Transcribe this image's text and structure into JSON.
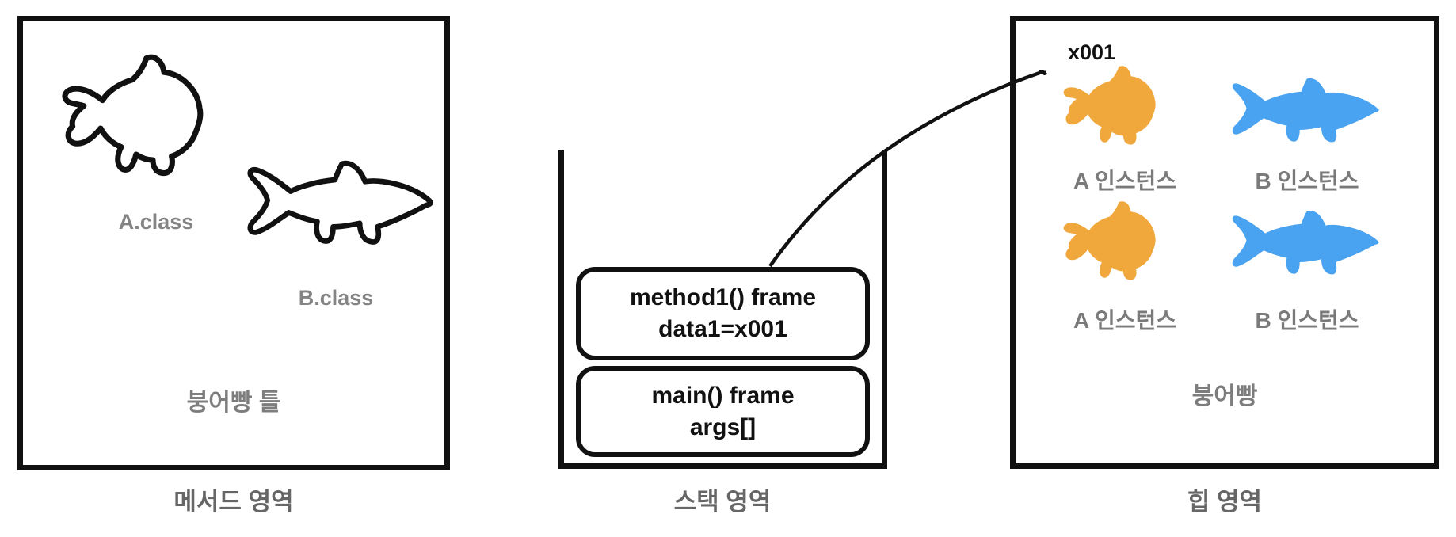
{
  "colors": {
    "goldfish_orange": "#F0A83C",
    "carp_blue": "#4AA3F0",
    "outline_black": "#111111",
    "inner_label_gray": "#848484",
    "area_label_gray": "#666666"
  },
  "method_area": {
    "class_a_label": "A.class",
    "class_b_label": "B.class",
    "mold_label": "붕어빵 틀",
    "area_label": "메서드 영역",
    "icons": [
      "goldfish-outline-icon",
      "carp-outline-icon"
    ]
  },
  "stack_area": {
    "frames": [
      {
        "line1": "method1() frame",
        "line2": "data1=x001"
      },
      {
        "line1": "main() frame",
        "line2": "args[]"
      }
    ],
    "area_label": "스택 영역"
  },
  "heap_area": {
    "address_label": "x001",
    "instances": [
      {
        "label": "A 인스턴스",
        "icon": "goldfish-icon",
        "color": "#F0A83C"
      },
      {
        "label": "B 인스턴스",
        "icon": "carp-icon",
        "color": "#4AA3F0"
      },
      {
        "label": "A 인스턴스",
        "icon": "goldfish-icon",
        "color": "#F0A83C"
      },
      {
        "label": "B 인스턴스",
        "icon": "carp-icon",
        "color": "#4AA3F0"
      }
    ],
    "bread_label": "붕어빵",
    "area_label": "힙 영역"
  }
}
